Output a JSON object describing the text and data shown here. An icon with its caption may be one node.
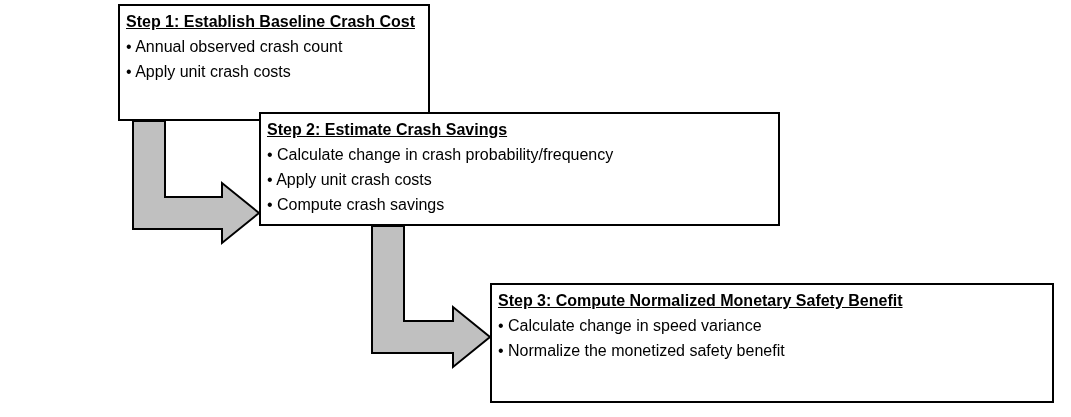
{
  "diagram": {
    "nodes": [
      {
        "text": [
          "Step 1: Establish Baseline Crash Cost",
          "• Annual observed crash count",
          "• Apply unit crash costs"
        ]
      },
      {
        "text": [
          "Step 2: Estimate Crash Savings",
          "• Calculate change in crash probability/frequency",
          "• Apply unit crash costs",
          "• Compute crash savings"
        ]
      },
      {
        "text": [
          "Step 3: Compute Normalized Monetary Safety Benefit",
          "• Calculate change in speed variance",
          "• Normalize the monetized safety benefit"
        ]
      }
    ],
    "edges": [
      {
        "from": 0,
        "to": 1,
        "arrow": "to",
        "style": "thick"
      },
      {
        "from": 1,
        "to": 2,
        "arrow": "to",
        "style": "thick"
      }
    ]
  }
}
